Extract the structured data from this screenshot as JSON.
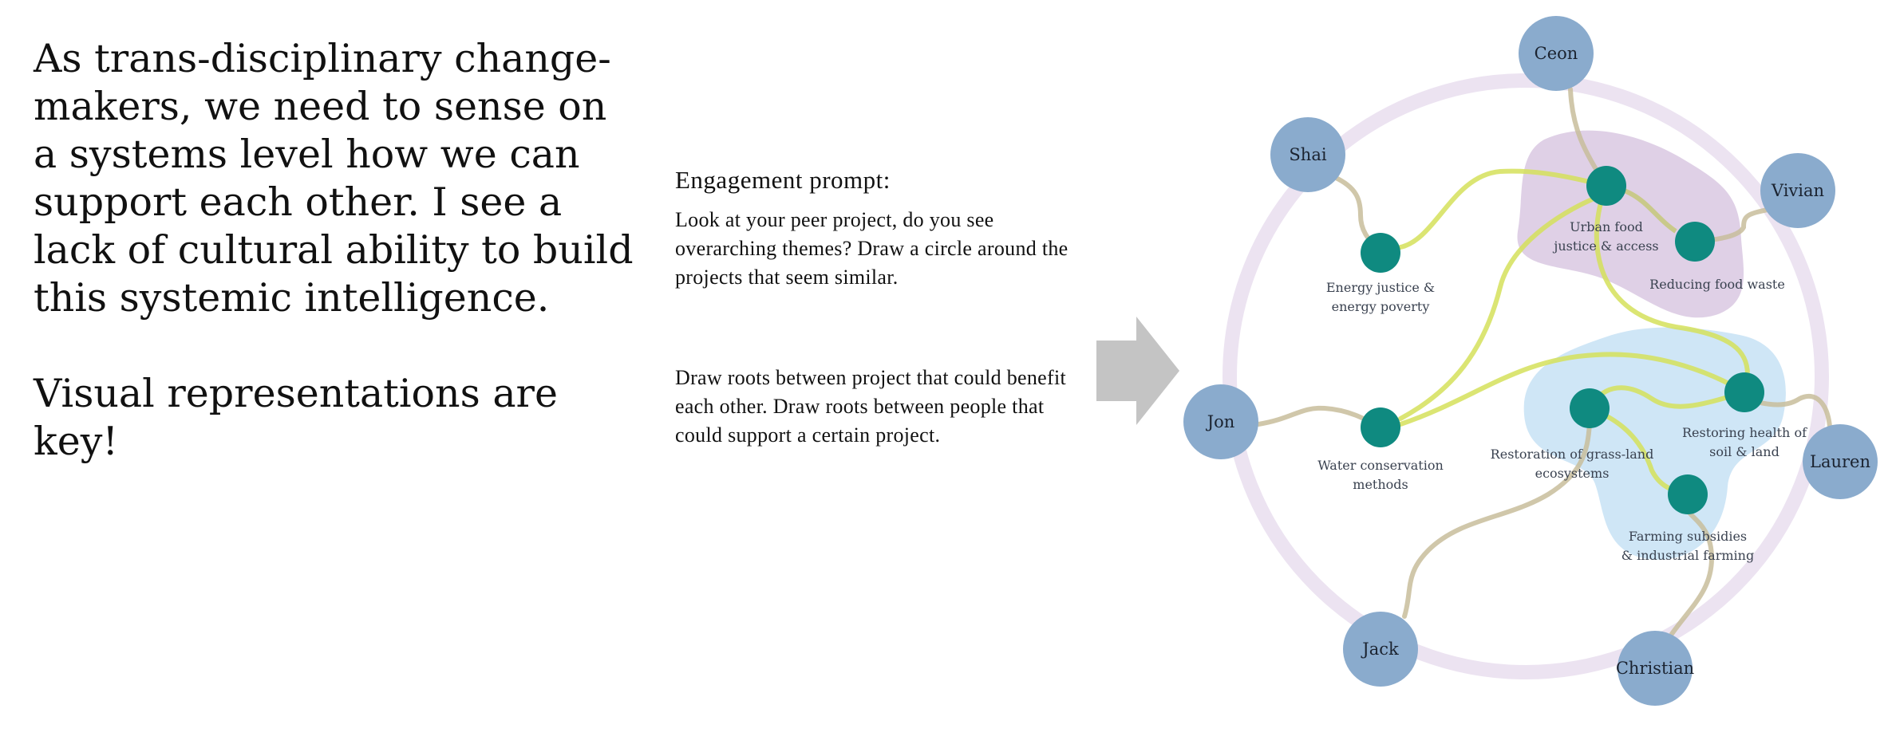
{
  "lead": {
    "paragraph1": "As trans-disciplinary change-makers, we need to sense on a systems level how we can support each other. I see a lack of cultural ability to build this systemic intelligence.",
    "paragraph2": "Visual representations are key!"
  },
  "prompt": {
    "heading": "Engagement prompt:",
    "paragraph1": "Look at your peer project, do you see overarching themes? Draw a circle around the projects that seem similar.",
    "paragraph2": "Draw roots between project that could benefit each other. Draw roots between people that could support a certain project."
  },
  "colors": {
    "ring": "#ece3f1",
    "person": "#8aabcd",
    "project": "#0f8a80",
    "cluster_food": "#dfd0e6",
    "cluster_land": "#cfe6f6",
    "root_person": "#c8bd9b",
    "root_project": "#d5e05a",
    "arrow": "#c4c4c4"
  },
  "people": [
    "Ceon",
    "Shai",
    "Vivian",
    "Jon",
    "Lauren",
    "Jack",
    "Christian"
  ],
  "projects": [
    [
      "Energy justice &",
      "energy poverty"
    ],
    [
      "Urban food",
      "justice & access"
    ],
    [
      "Reducing food waste"
    ],
    [
      "Water conservation",
      "methods"
    ],
    [
      "Restoration of grass-land",
      "ecosystems"
    ],
    [
      "Restoring health of",
      "soil & land"
    ],
    [
      "Farming subsidies",
      "& industrial farming"
    ]
  ]
}
